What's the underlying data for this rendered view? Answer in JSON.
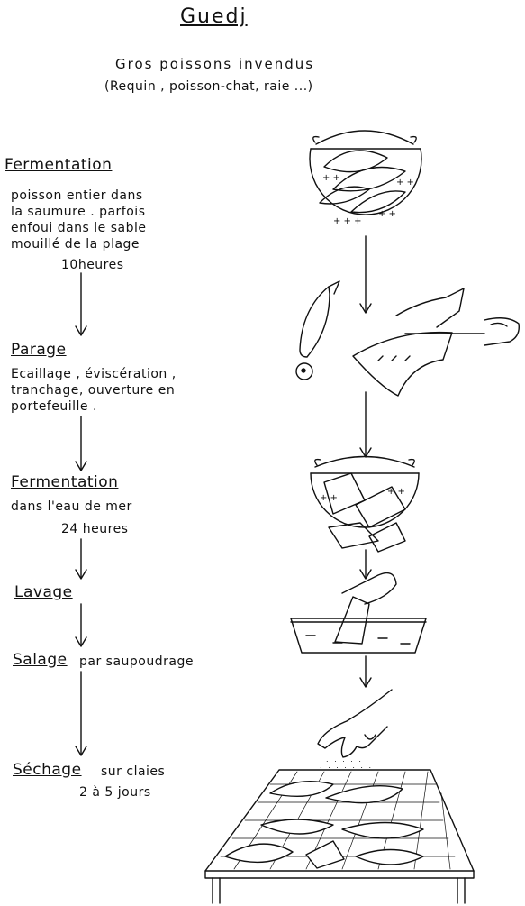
{
  "title": "Guedj",
  "subtitle_line1": "Gros poissons invendus",
  "subtitle_line2": "(Requin , poisson-chat, raie ...)",
  "steps": [
    {
      "label": "Fermentation",
      "lines": [
        "poisson entier dans",
        "la saumure . parfois",
        "enfoui  dans le sable",
        "mouillé de la plage"
      ],
      "extra": "10heures"
    },
    {
      "label": "Parage",
      "lines": [
        "Ecaillage , éviscération ,",
        "tranchage, ouverture en",
        "portefeuille ."
      ]
    },
    {
      "label": "Fermentation",
      "lines": [
        "dans l'eau de mer"
      ],
      "extra": "24 heures"
    },
    {
      "label": "Lavage"
    },
    {
      "label": "Salage",
      "inline": "par saupoudrage"
    },
    {
      "label": "Séchage",
      "inline": "sur claies",
      "extra": "2 à 5 jours"
    }
  ]
}
